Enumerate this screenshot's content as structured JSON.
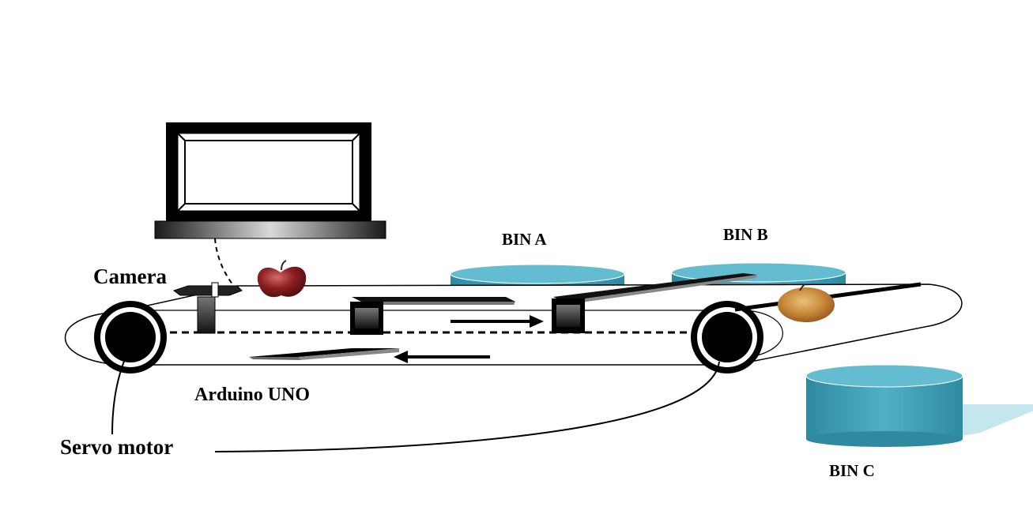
{
  "labels": {
    "camera": "Camera",
    "arduino": "Arduino UNO",
    "servo": "Servo motor",
    "bin_a": "BIN A",
    "bin_b": "BIN B",
    "bin_c": "BIN C"
  },
  "colors": {
    "bin": "#3f9db3",
    "bin_top": "#5fb8cb",
    "belt_stroke": "#000000",
    "apple_red": "#8e1f22",
    "apple_yellow": "#c98a3a"
  },
  "icons": [
    "laptop-icon",
    "camera-icon",
    "apple-icon",
    "roller-icon",
    "bin-icon",
    "arrow-icon"
  ]
}
